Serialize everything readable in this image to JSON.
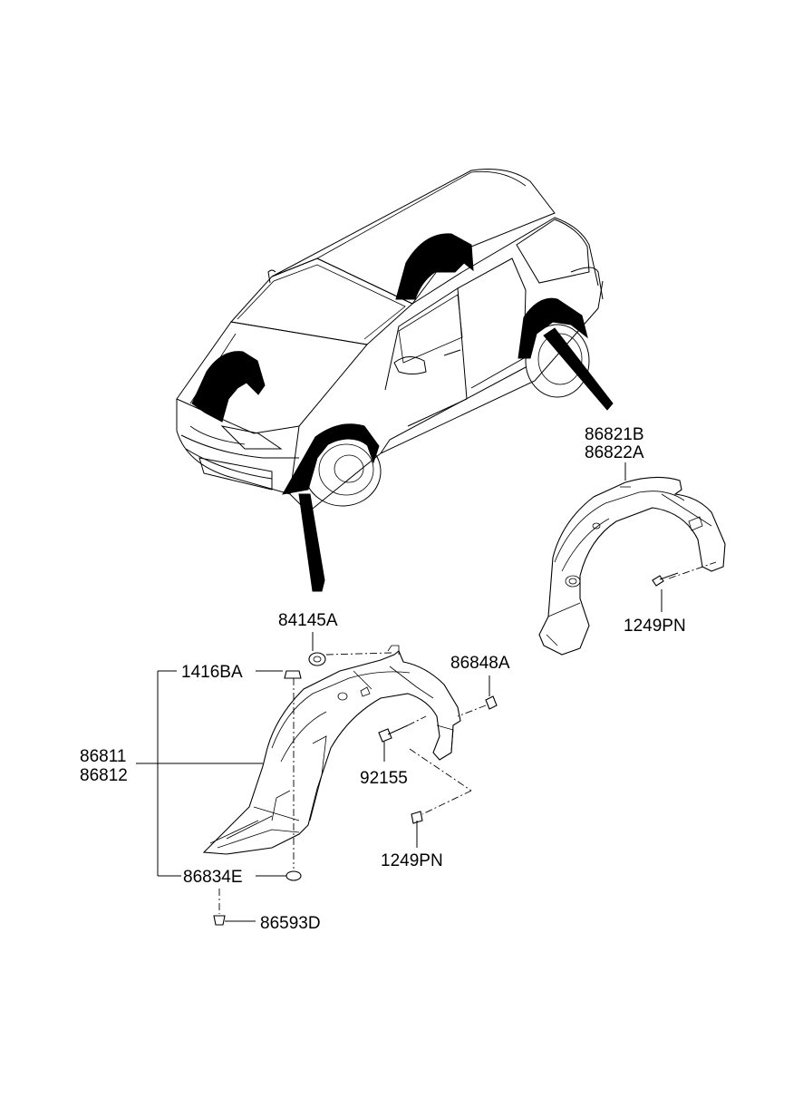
{
  "labels": {
    "rear_guard_a": "86821B",
    "rear_guard_b": "86822A",
    "rear_screw": "1249PN",
    "nut": "84145A",
    "clip_left": "1416BA",
    "clip_right": "86848A",
    "front_guard_a": "86811",
    "front_guard_b": "86812",
    "bolt": "92155",
    "front_screw": "1249PN",
    "washer": "86834E",
    "fastener": "86593D"
  }
}
